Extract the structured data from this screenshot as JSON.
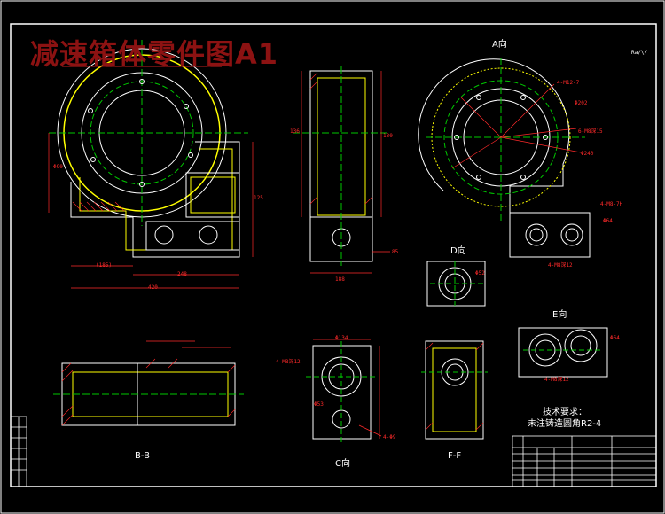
{
  "banner_title": "减速箱体零件图A1",
  "scale_note": "Ra/\\/",
  "views": {
    "a": "A向",
    "d": "D向",
    "e": "E向",
    "bb": "B-B",
    "c": "C向",
    "ff": "F-F"
  },
  "requirements": {
    "title": "技术要求：",
    "line1": "未注铸造圆角R2-4"
  },
  "dims": {
    "d1": "4-M12-7",
    "d2": "Φ202",
    "d3": "6-M8深15",
    "d4": "Φ240",
    "d5": "4-M8-7H",
    "d6": "Φ64",
    "d7": "4-M8深12",
    "d8": "Φ90",
    "d9": "(185)",
    "d10": "248",
    "d11": "420",
    "d12": "Φ134",
    "d13": "4-M8深12",
    "d14": "Φ53",
    "d15": "Φ52",
    "d16": "4-Φ9",
    "d17": "Φ64",
    "d18": "4-M8深12",
    "d19": "188",
    "d20": "136",
    "d21": "130",
    "d22": "125",
    "d23": "85"
  },
  "colors": {
    "outline": "#ffffff",
    "dimension": "#ff2a2a",
    "centerline": "#00c800",
    "hidden": "#ffff00",
    "banner": "#8c1212"
  }
}
